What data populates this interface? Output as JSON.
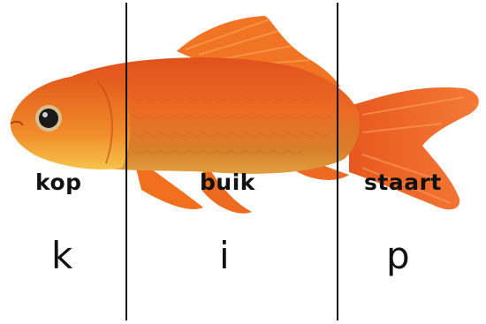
{
  "sections": [
    {
      "label": "kop",
      "letter": "k"
    },
    {
      "label": "buik",
      "letter": "i"
    },
    {
      "label": "staart",
      "letter": "p"
    }
  ],
  "colors": {
    "fish_body": "#e8501a",
    "fish_belly": "#f2b23a",
    "fin": "#f06a22",
    "divider": "#111111"
  },
  "image": {
    "subject": "goldfish-photo"
  }
}
